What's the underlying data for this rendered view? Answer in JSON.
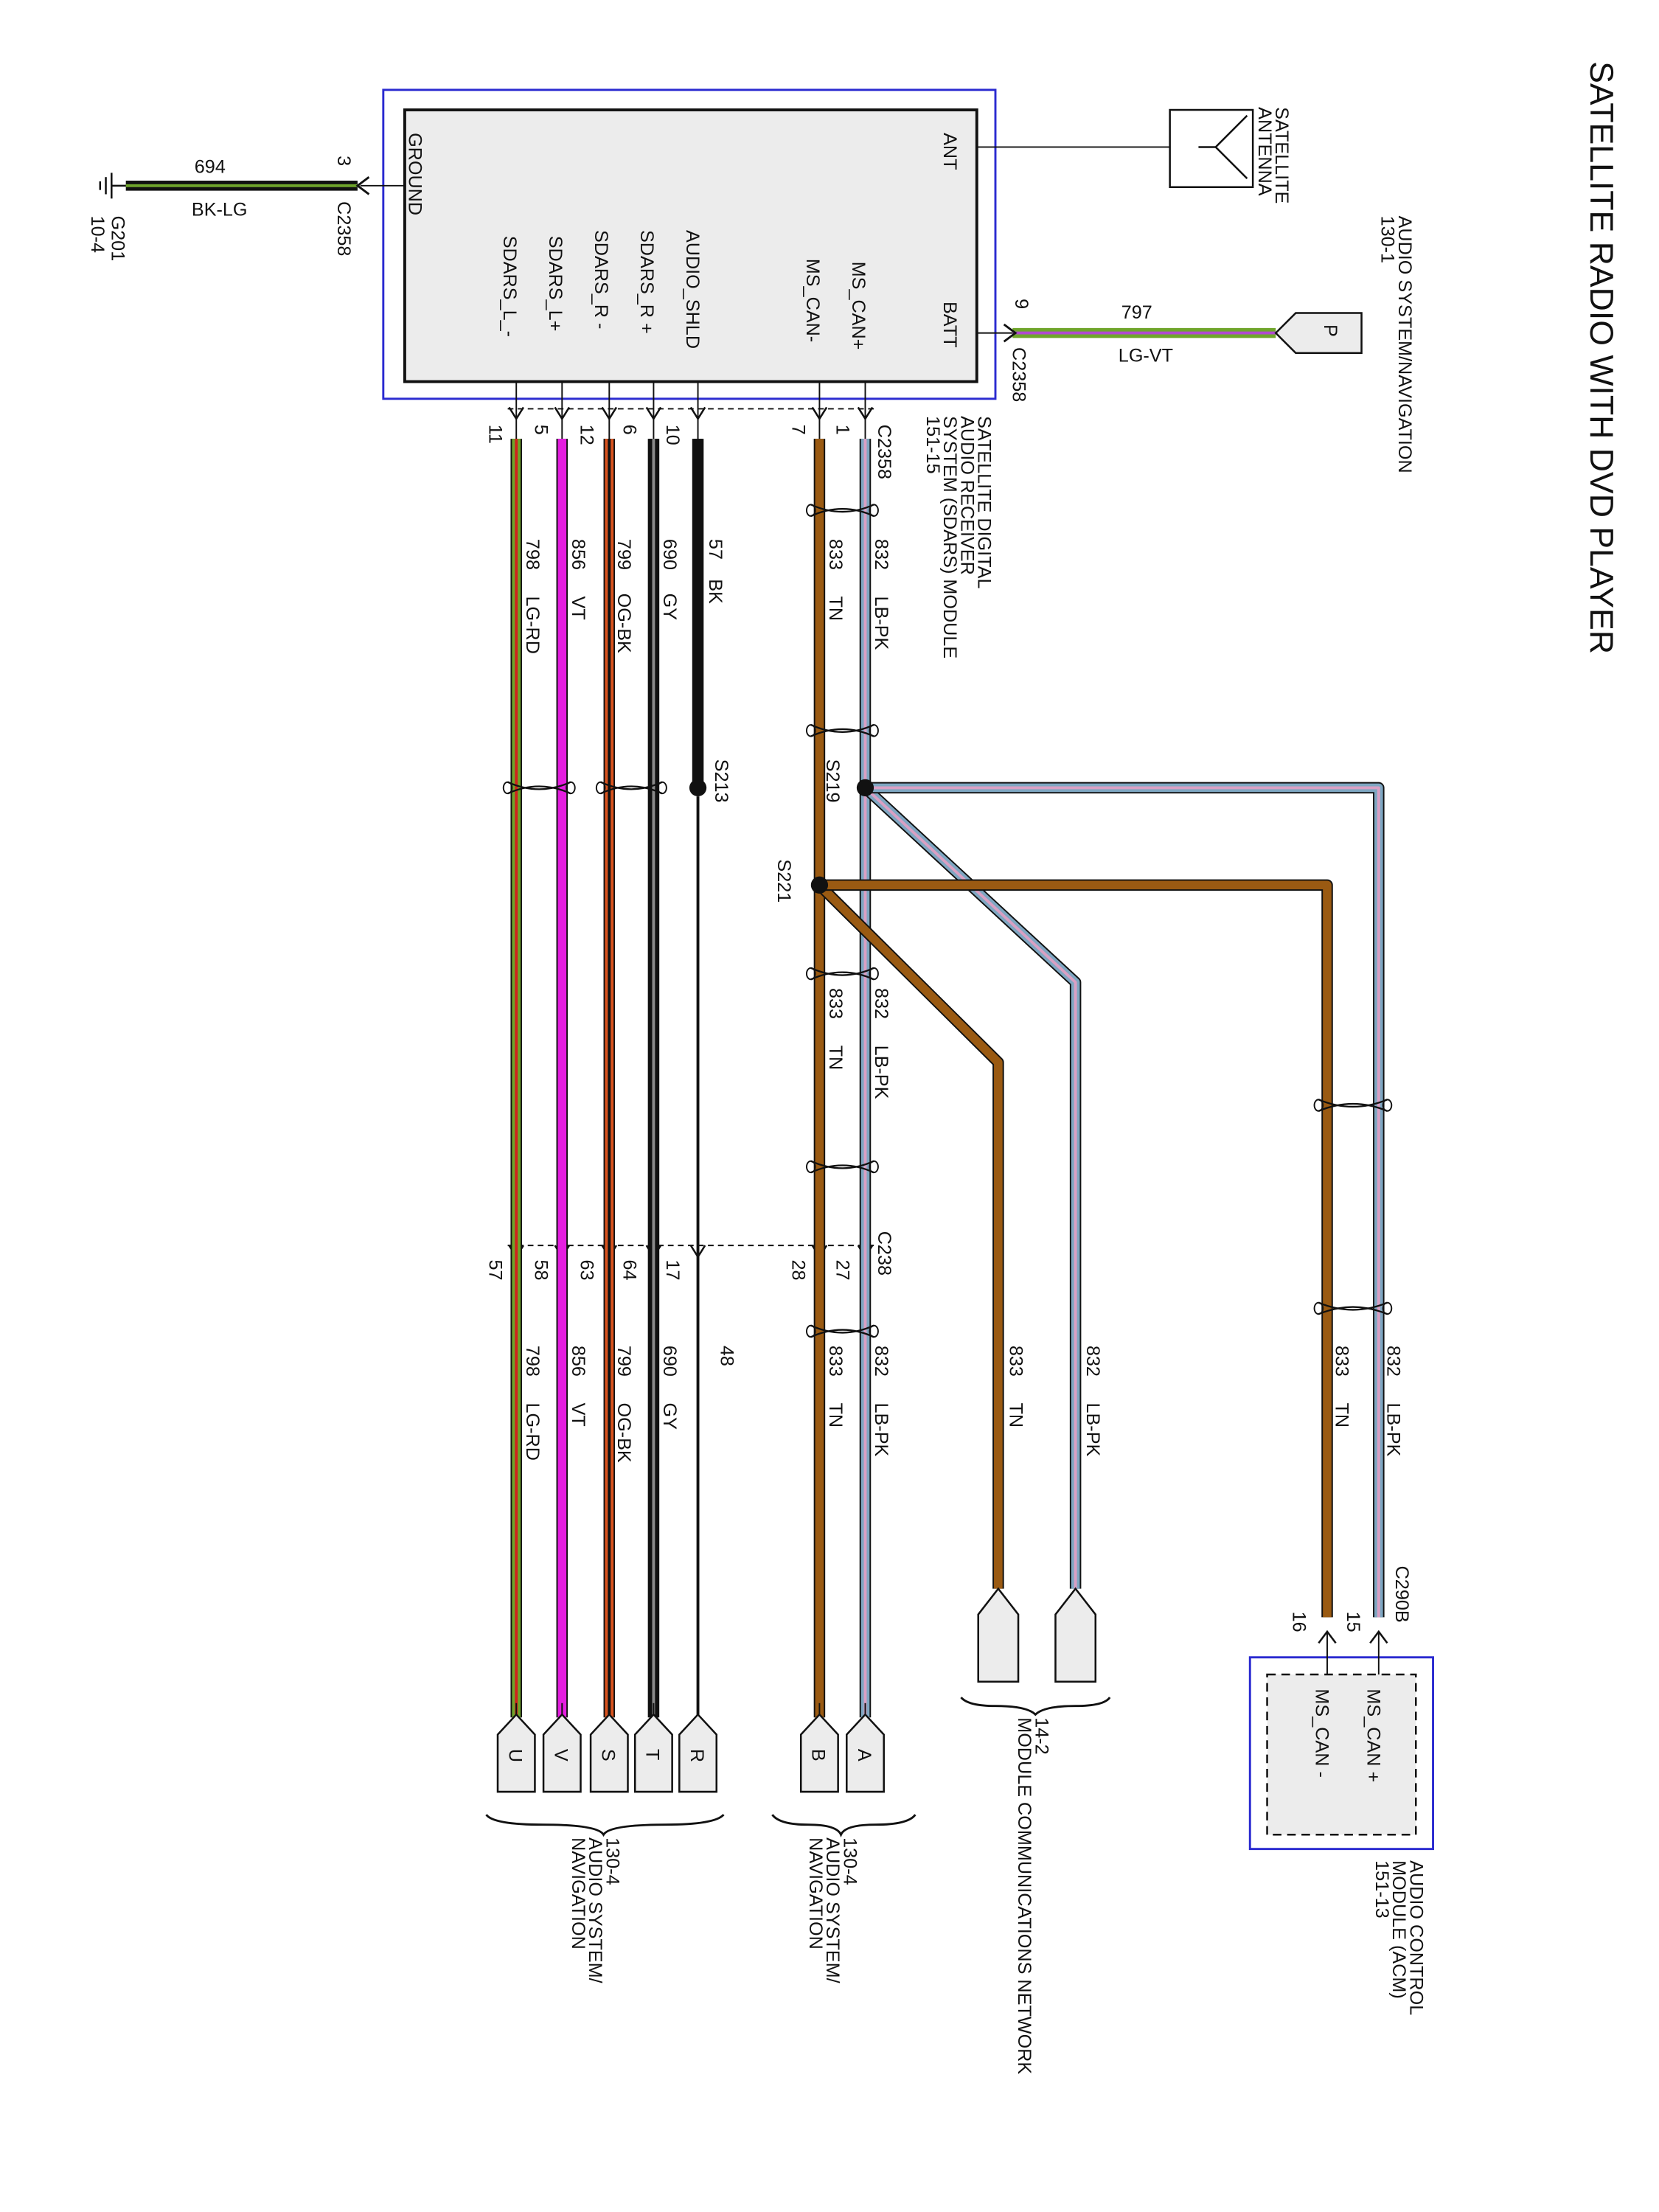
{
  "title": "SATELLITE RADIO WITH DVD PLAYER",
  "colors": {
    "BK": "#111111",
    "LG": "#6fa52b",
    "VT": "#e51ee0",
    "OG": "#d9531e",
    "GY": "#8a8a8a",
    "TN": "#9a5a12",
    "LB": "#7fa7c2",
    "PK": "#d9a0c4",
    "RD": "#d0241c",
    "outline_blue": "#2a2ad0",
    "module_fill": "#ececec"
  },
  "sdars": {
    "title_lines": [
      "SATELLITE DIGITAL",
      "AUDIO RECEIVER",
      "SYSTEM (SDARS) MODULE",
      "151-15"
    ],
    "pins": {
      "ant": "ANT",
      "batt": "BATT",
      "ground": "GROUND",
      "ms_can_p": "MS_CAN+",
      "ms_can_m": "MS_CAN-",
      "audio_shld": "AUDIO_SHLD",
      "sdars_r_p": "SDARS_R +",
      "sdars_r_m": "SDARS_R -",
      "sdars_l_p": "SDARS_L+",
      "sdars_l_m": "SDARS_L_-"
    }
  },
  "antenna": {
    "label_lines": [
      "SATELLITE",
      "ANTENNA"
    ]
  },
  "power": {
    "ref_lines": [
      "AUDIO SYSTEM/NAVIGATION",
      "130-1"
    ],
    "connector_letter": "P",
    "circuit": "797",
    "color": "LG-VT",
    "pin": "9",
    "connector": "C2358"
  },
  "ground": {
    "circuit": "694",
    "color": "BK-LG",
    "pin": "3",
    "connector": "C2358",
    "ground_ref": "G201",
    "page_ref": "10-4"
  },
  "connectors": {
    "top": "C2358",
    "mid": "C238",
    "acm": "C290B",
    "top_pins": {
      "ms_can_p": "1",
      "ms_can_m": "7",
      "audio_shld": "",
      "sdars_r_p": "10",
      "sdars_r_m": "6",
      "sdars_l_p": "12",
      "sdars_l_m": "5",
      "extra": "11"
    },
    "mid_pins": {
      "ms_can_p": "27",
      "ms_can_m": "28",
      "audio_shld": "48",
      "sdars_r_p": "17",
      "sdars_r_m": "64",
      "sdars_l_p": "63",
      "sdars_l_m": "58",
      "extra": "57"
    }
  },
  "wires": {
    "w832": {
      "circuit": "832",
      "color": "LB-PK"
    },
    "w833": {
      "circuit": "833",
      "color": "TN"
    },
    "w57": {
      "circuit": "57",
      "color": "BK"
    },
    "w690": {
      "circuit": "690",
      "color": "GY"
    },
    "w799": {
      "circuit": "799",
      "color": "OG-BK"
    },
    "w856": {
      "circuit": "856",
      "color": "VT"
    },
    "w798": {
      "circuit": "798",
      "color": "LG-RD"
    }
  },
  "splices": {
    "s213": "S213",
    "s219": "S219",
    "s221": "S221"
  },
  "bottom_connectors": [
    "A",
    "B",
    "R",
    "T",
    "S",
    "V",
    "U"
  ],
  "refs": {
    "audio_nav_1": [
      "130-4",
      "AUDIO SYSTEM/",
      "NAVIGATION"
    ],
    "audio_nav_2": [
      "130-4",
      "AUDIO SYSTEM/",
      "NAVIGATION"
    ],
    "mcn": [
      "14-2",
      "MODULE COMMUNICATIONS NETWORK"
    ]
  },
  "acm": {
    "title_lines": [
      "AUDIO CONTROL",
      "MODULE (ACM)",
      "151-13"
    ],
    "pin_can_p": "MS_CAN +",
    "pin_can_m": "MS_CAN -",
    "pin15": "15",
    "pin16": "16"
  }
}
